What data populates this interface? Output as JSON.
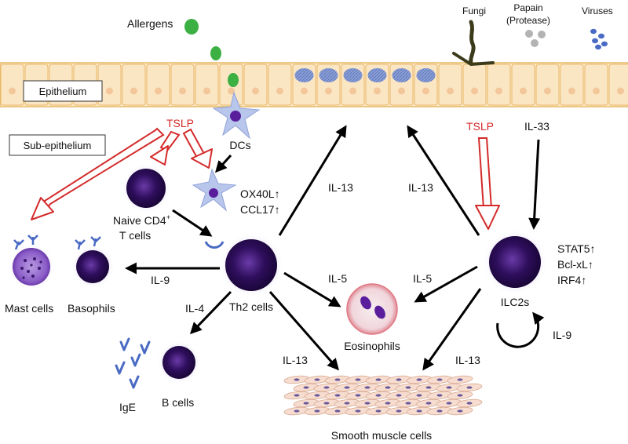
{
  "labels": {
    "allergens": "Allergens",
    "fungi": "Fungi",
    "papain": "Papain",
    "protease": "(Protease)",
    "viruses": "Viruses",
    "epithelium": "Epithelium",
    "sub_epithelium": "Sub-epithelium",
    "tslp_left": "TSLP",
    "tslp_right": "TSLP",
    "il33": "IL-33",
    "dcs": "DCs",
    "ox40l": "OX40L↑",
    "ccl17": "CCL17↑",
    "naive_cd4_line1": "Naive CD4",
    "naive_cd4_sup": "+",
    "naive_cd4_line2": "T cells",
    "th2": "Th2 cells",
    "ilc2s": "ILC2s",
    "stat5": "STAT5↑",
    "bclxl": "Bcl-xL↑",
    "irf4": "IRF4↑",
    "mast": "Mast cells",
    "basophils": "Basophils",
    "b_cells": "B cells",
    "ige": "IgE",
    "eosinophils": "Eosinophils",
    "smooth_muscle": "Smooth muscle cells",
    "il13_th2_up": "IL-13",
    "il13_ilc2_up": "IL-13",
    "il9_th2": "IL-9",
    "il4": "IL-4",
    "il5_th2": "IL-5",
    "il5_ilc2": "IL-5",
    "il13_th2_down": "IL-13",
    "il13_ilc2_down": "IL-13",
    "il9_ilc2": "IL-9"
  },
  "colors": {
    "tslp": "#d42a2a",
    "allergen": "#3cb043",
    "epithelium_cell": "#fbe6c4",
    "epithelium_border": "#e8b867",
    "nucleus": "#f3c79a",
    "cell_dark": "#3a1a6e",
    "cell_glow": "#c9b8ec",
    "virus": "#4a6bc4",
    "papain": "#b3b3b3"
  }
}
